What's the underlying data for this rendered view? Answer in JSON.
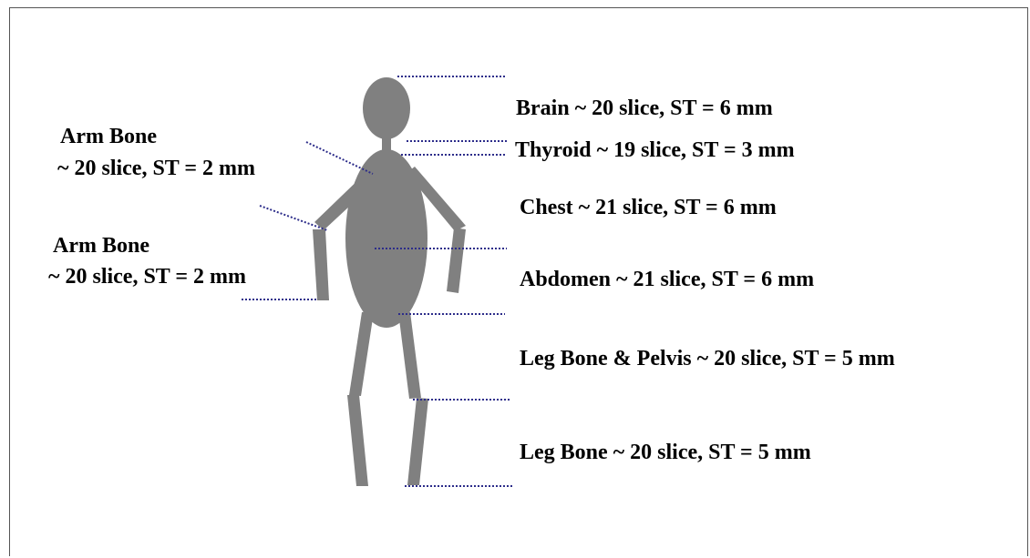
{
  "colors": {
    "figure": "#808080",
    "guide_line": "#2d2d8a",
    "text": "#000000",
    "border": "#555555"
  },
  "labels": {
    "brain": "Brain ~ 20 slice, ST = 6 mm",
    "thyroid": "Thyroid ~ 19 slice, ST = 3 mm",
    "chest": "Chest  ~ 21 slice, ST =  6 mm",
    "abdomen": "Abdomen ~ 21 slice, ST =  6 mm",
    "leg_pelvis": "Leg Bone & Pelvis ~ 20 slice, ST = 5 mm",
    "leg": "Leg Bone ~ 20 slice, ST =  5 mm",
    "arm_upper": {
      "line1": "Arm Bone",
      "line2": "~ 20 slice, ST =  2 mm"
    },
    "arm_lower": {
      "line1": "Arm Bone",
      "line2": "~ 20 slice, ST =  2 mm"
    }
  }
}
